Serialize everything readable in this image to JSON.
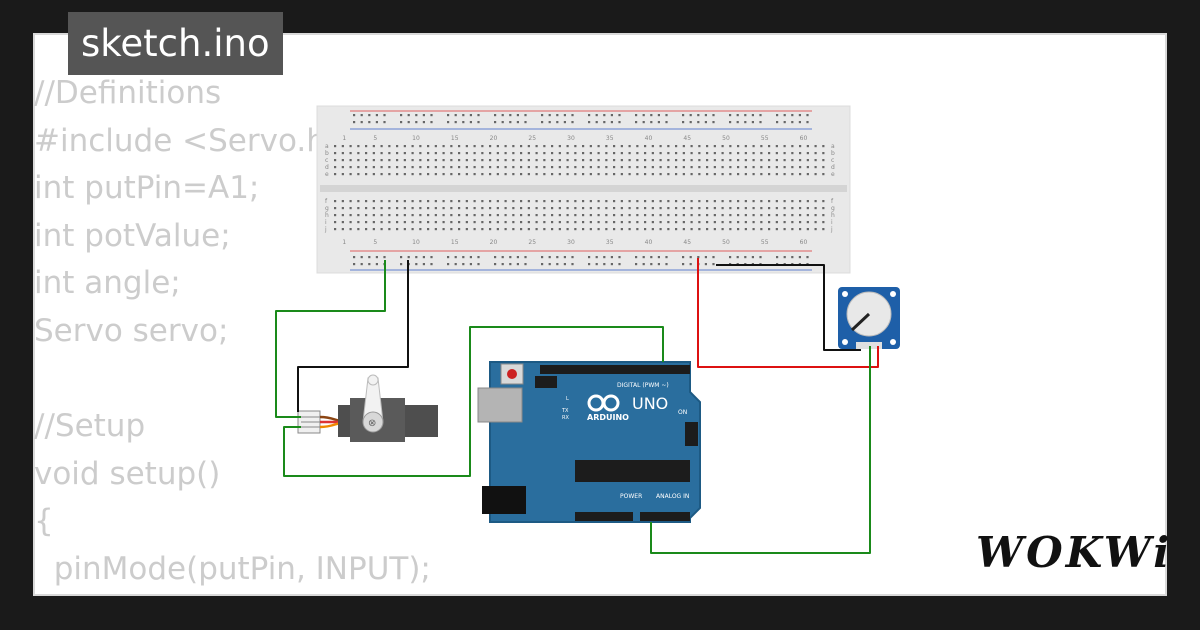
{
  "header": {
    "filename": "sketch.ino"
  },
  "code_lines": [
    "//Definitions",
    "#include <Servo.h>",
    "int putPin=A1;",
    "int potValue;",
    "int angle;",
    "Servo servo;",
    "",
    "//Setup",
    "void setup()",
    "{",
    "  pinMode(putPin, INPUT);"
  ],
  "breadboard": {
    "column_numbers": [
      "1",
      "5",
      "10",
      "15",
      "20",
      "25",
      "30",
      "35",
      "40",
      "45",
      "50",
      "55",
      "60"
    ],
    "row_letters_top": [
      "a",
      "b",
      "c",
      "d",
      "e"
    ],
    "row_letters_bottom": [
      "f",
      "g",
      "h",
      "i",
      "j"
    ]
  },
  "arduino": {
    "brand": "ARDUINO",
    "model": "UNO",
    "digital_label": "DIGITAL (PWM ~)",
    "analog_label": "ANALOG IN",
    "power_label": "POWER",
    "on_label": "ON",
    "led_labels": [
      "L",
      "TX",
      "RX"
    ]
  },
  "wires": {
    "signal_color": "#1a8a1a",
    "ground_color": "#111111",
    "power_color": "#dd1111"
  },
  "logo": {
    "text": "WOKWi"
  }
}
